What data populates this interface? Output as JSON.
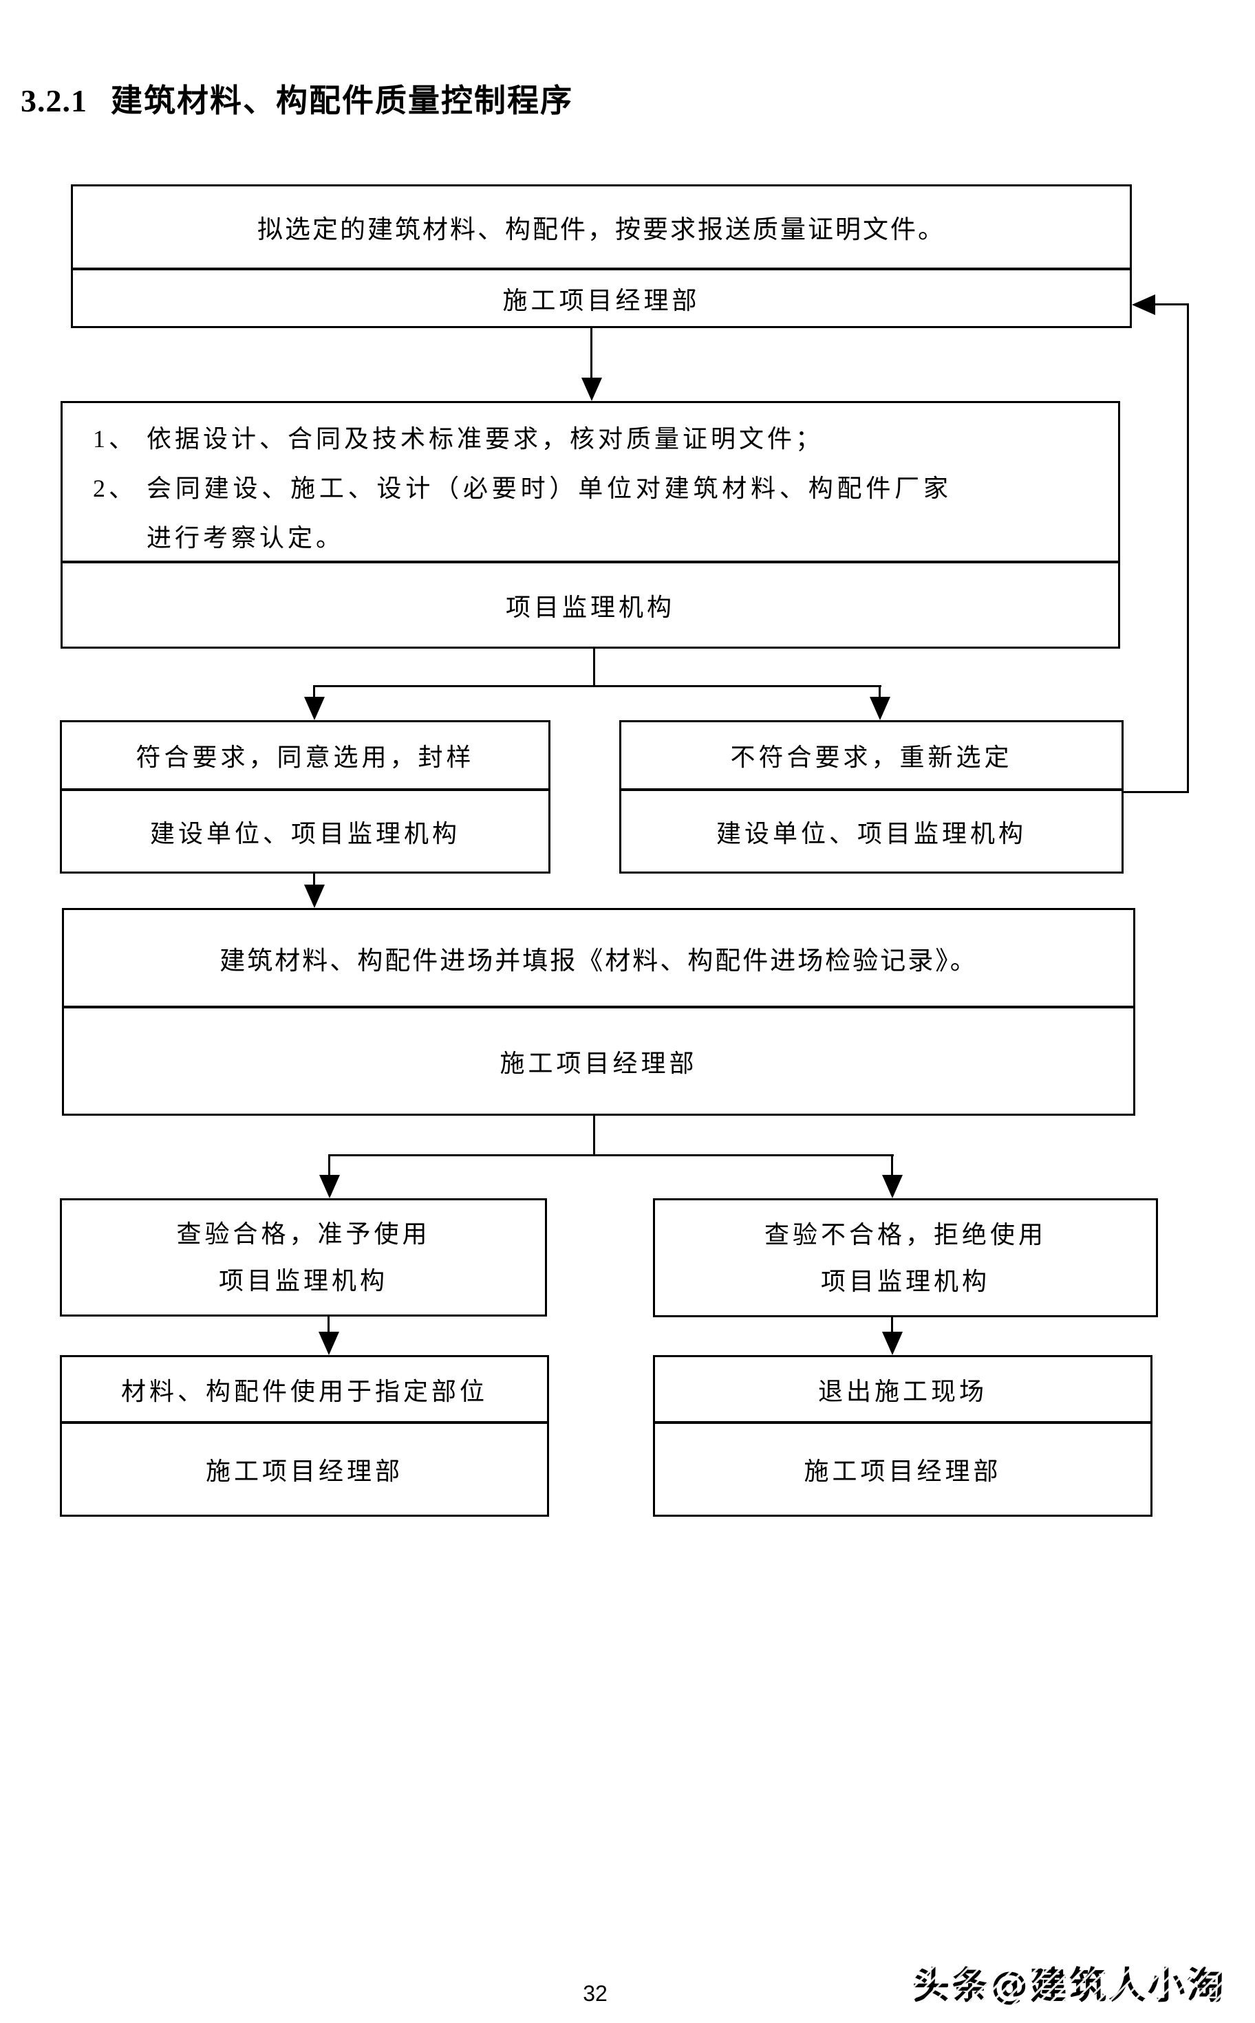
{
  "header": {
    "section_number": "3.2.1",
    "section_title": "建筑材料、构配件质量控制程序"
  },
  "flowchart": {
    "box_submit": {
      "action": "拟选定的建筑材料、构配件，按要求报送质量证明文件。",
      "actor": "施工项目经理部"
    },
    "box_review": {
      "item1_num": "1、",
      "item1_text": "依据设计、合同及技术标准要求，核对质量证明文件；",
      "item2_num": "2、",
      "item2_text": "会同建设、施工、设计（必要时）单位对建筑材料、构配件厂家进行考察认定。",
      "actor": "项目监理机构"
    },
    "box_pass": {
      "action": "符合要求，同意选用，封样",
      "actor": "建设单位、项目监理机构"
    },
    "box_fail": {
      "action": "不符合要求，重新选定",
      "actor": "建设单位、项目监理机构"
    },
    "box_entry": {
      "action": "建筑材料、构配件进场并填报《材料、构配件进场检验记录》。",
      "actor": "施工项目经理部"
    },
    "box_inspect_pass": {
      "line1": "查验合格，准予使用",
      "line2": "项目监理机构"
    },
    "box_inspect_fail": {
      "line1": "查验不合格，拒绝使用",
      "line2": "项目监理机构"
    },
    "box_use": {
      "action": "材料、构配件使用于指定部位",
      "actor": "施工项目经理部"
    },
    "box_exit": {
      "action": "退出施工现场",
      "actor": "施工项目经理部"
    }
  },
  "footer": {
    "page_number": "32",
    "watermark": "头条@建筑人小淘"
  },
  "colors": {
    "ink": "#000000",
    "paper": "#ffffff"
  }
}
